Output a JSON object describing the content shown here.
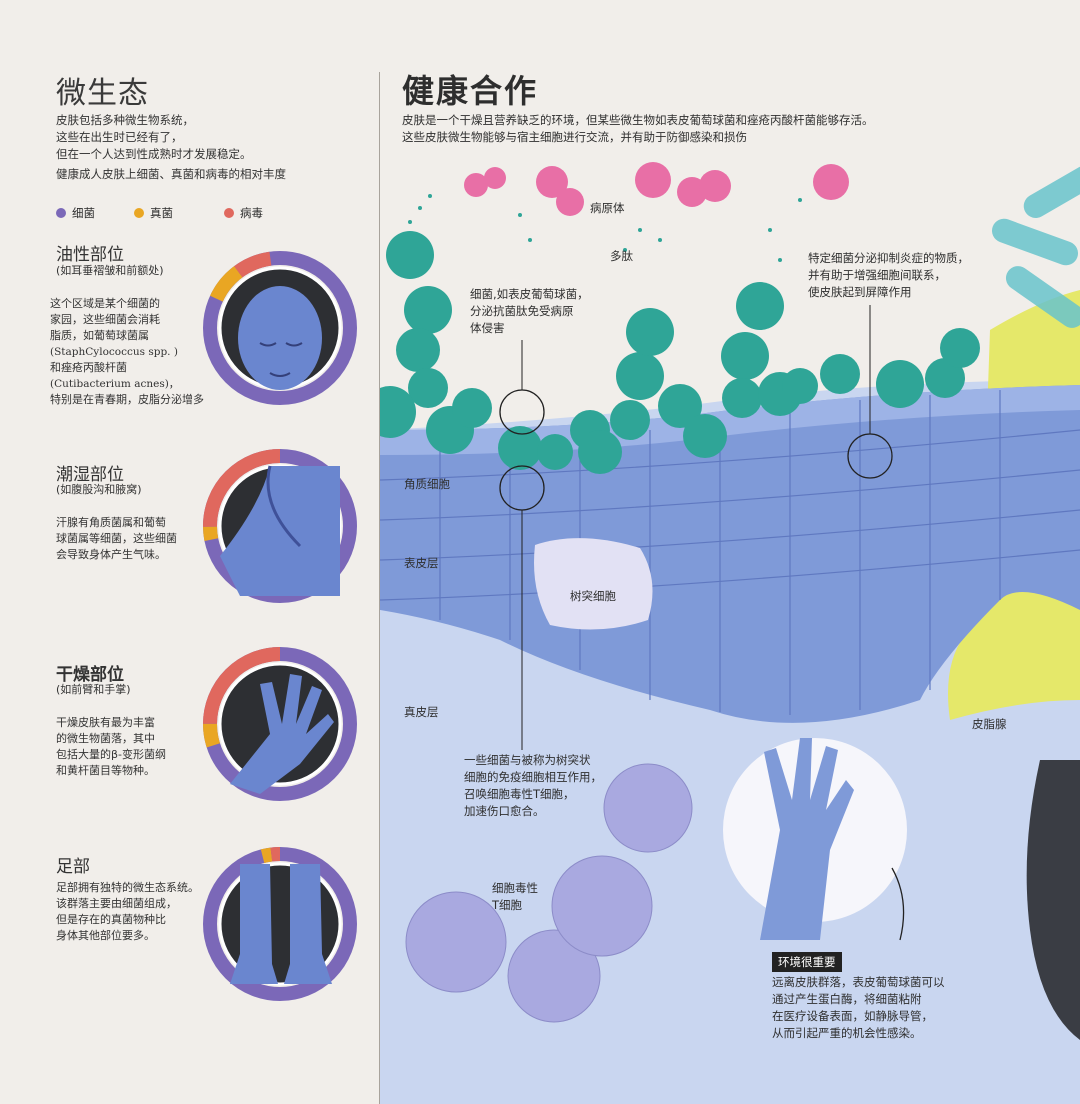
{
  "left": {
    "title": "微生态",
    "intro": [
      "皮肤包括多种微生物系统，",
      "这些在出生时已经有了，",
      "但在一个人达到性成熟时才发展稳定。"
    ],
    "abundance_caption": "健康成人皮肤上细菌、真菌和病毒的相对丰度",
    "legend": [
      {
        "label": "细菌",
        "color": "#7b68b8"
      },
      {
        "label": "真菌",
        "color": "#e9a623"
      },
      {
        "label": "病毒",
        "color": "#e0685e"
      }
    ],
    "sections": [
      {
        "title": "油性部位",
        "subtitle": "(如耳垂褶皱和前额处)",
        "body": [
          "这个区域是某个细菌的",
          "家园，这些细菌会消耗",
          "脂质，如葡萄球菌属",
          "(StaphCylococcus spp. )",
          "和痤疮丙酸杆菌",
          "(Cutibacterium acnes)，",
          "特别是在青春期，皮脂分泌增多"
        ],
        "abundance": {
          "bacteria": 0.84,
          "fungi": 0.08,
          "virus": 0.08
        }
      },
      {
        "title": "潮湿部位",
        "subtitle": "(如腹股沟和腋窝)",
        "body": [
          "汗腺有角质菌属和葡萄",
          "球菌属等细菌，这些细菌",
          "会导致身体产生气味。"
        ],
        "abundance": {
          "bacteria": 0.72,
          "fungi": 0.03,
          "virus": 0.25
        }
      },
      {
        "title": "干燥部位",
        "subtitle": "(如前臂和手掌)",
        "body": [
          "干燥皮肤有最为丰富",
          "的微生物菌落，其中",
          "包括大量的β-变形菌纲",
          "和黄杆菌目等物种。"
        ],
        "abundance": {
          "bacteria": 0.7,
          "fungi": 0.05,
          "virus": 0.25
        }
      },
      {
        "title": "足部",
        "subtitle": "",
        "body": [
          "足部拥有独特的微生态系统。",
          "该群落主要由细菌组成，",
          "但是存在的真菌物种比",
          "身体其他部位要多。"
        ],
        "abundance": {
          "bacteria": 0.96,
          "fungi": 0.02,
          "virus": 0.02
        }
      }
    ]
  },
  "right": {
    "title": "健康合作",
    "intro": [
      "皮肤是一个干燥且营养缺乏的环境，但某些微生物如表皮葡萄球菌和痤疮丙酸杆菌能够存活。",
      "这些皮肤微生物能够与宿主细胞进行交流，并有助于防御感染和损伤"
    ],
    "labels": {
      "pathogen": "病原体",
      "peptide": "多肽",
      "bacteria_note": [
        "细菌,如表皮葡萄球菌，",
        "分泌抗菌肽免受病原",
        "体侵害"
      ],
      "specific_note": [
        "特定细菌分泌抑制炎症的物质，",
        "并有助于增强细胞间联系，",
        "使皮肤起到屏障作用"
      ],
      "stratum_corneum": "角质细胞",
      "epidermis": "表皮层",
      "dendritic": "树突细胞",
      "dermis": "真皮层",
      "sebaceous": "皮脂腺",
      "immune_note": [
        "一些细菌与被称为树突状",
        "细胞的免疫细胞相互作用，",
        "召唤细胞毒性T细胞，",
        "加速伤口愈合。"
      ],
      "tcell": [
        "细胞毒性",
        "T细胞"
      ],
      "env_title": "环境很重要",
      "env_note": [
        "远离皮肤群落，表皮葡萄球菌可以",
        "通过产生蛋白酶，将细菌粘附",
        "在医疗设备表面，如静脉导管，",
        "从而引起严重的机会性感染。"
      ]
    },
    "colors": {
      "bacteria": "#2fa597",
      "pathogen": "#e86fa6",
      "skin": "#7f9ad8",
      "dermis": "#c9d6f0",
      "sebum": "#e5e86a",
      "tcell": "#a9a9e0"
    }
  }
}
